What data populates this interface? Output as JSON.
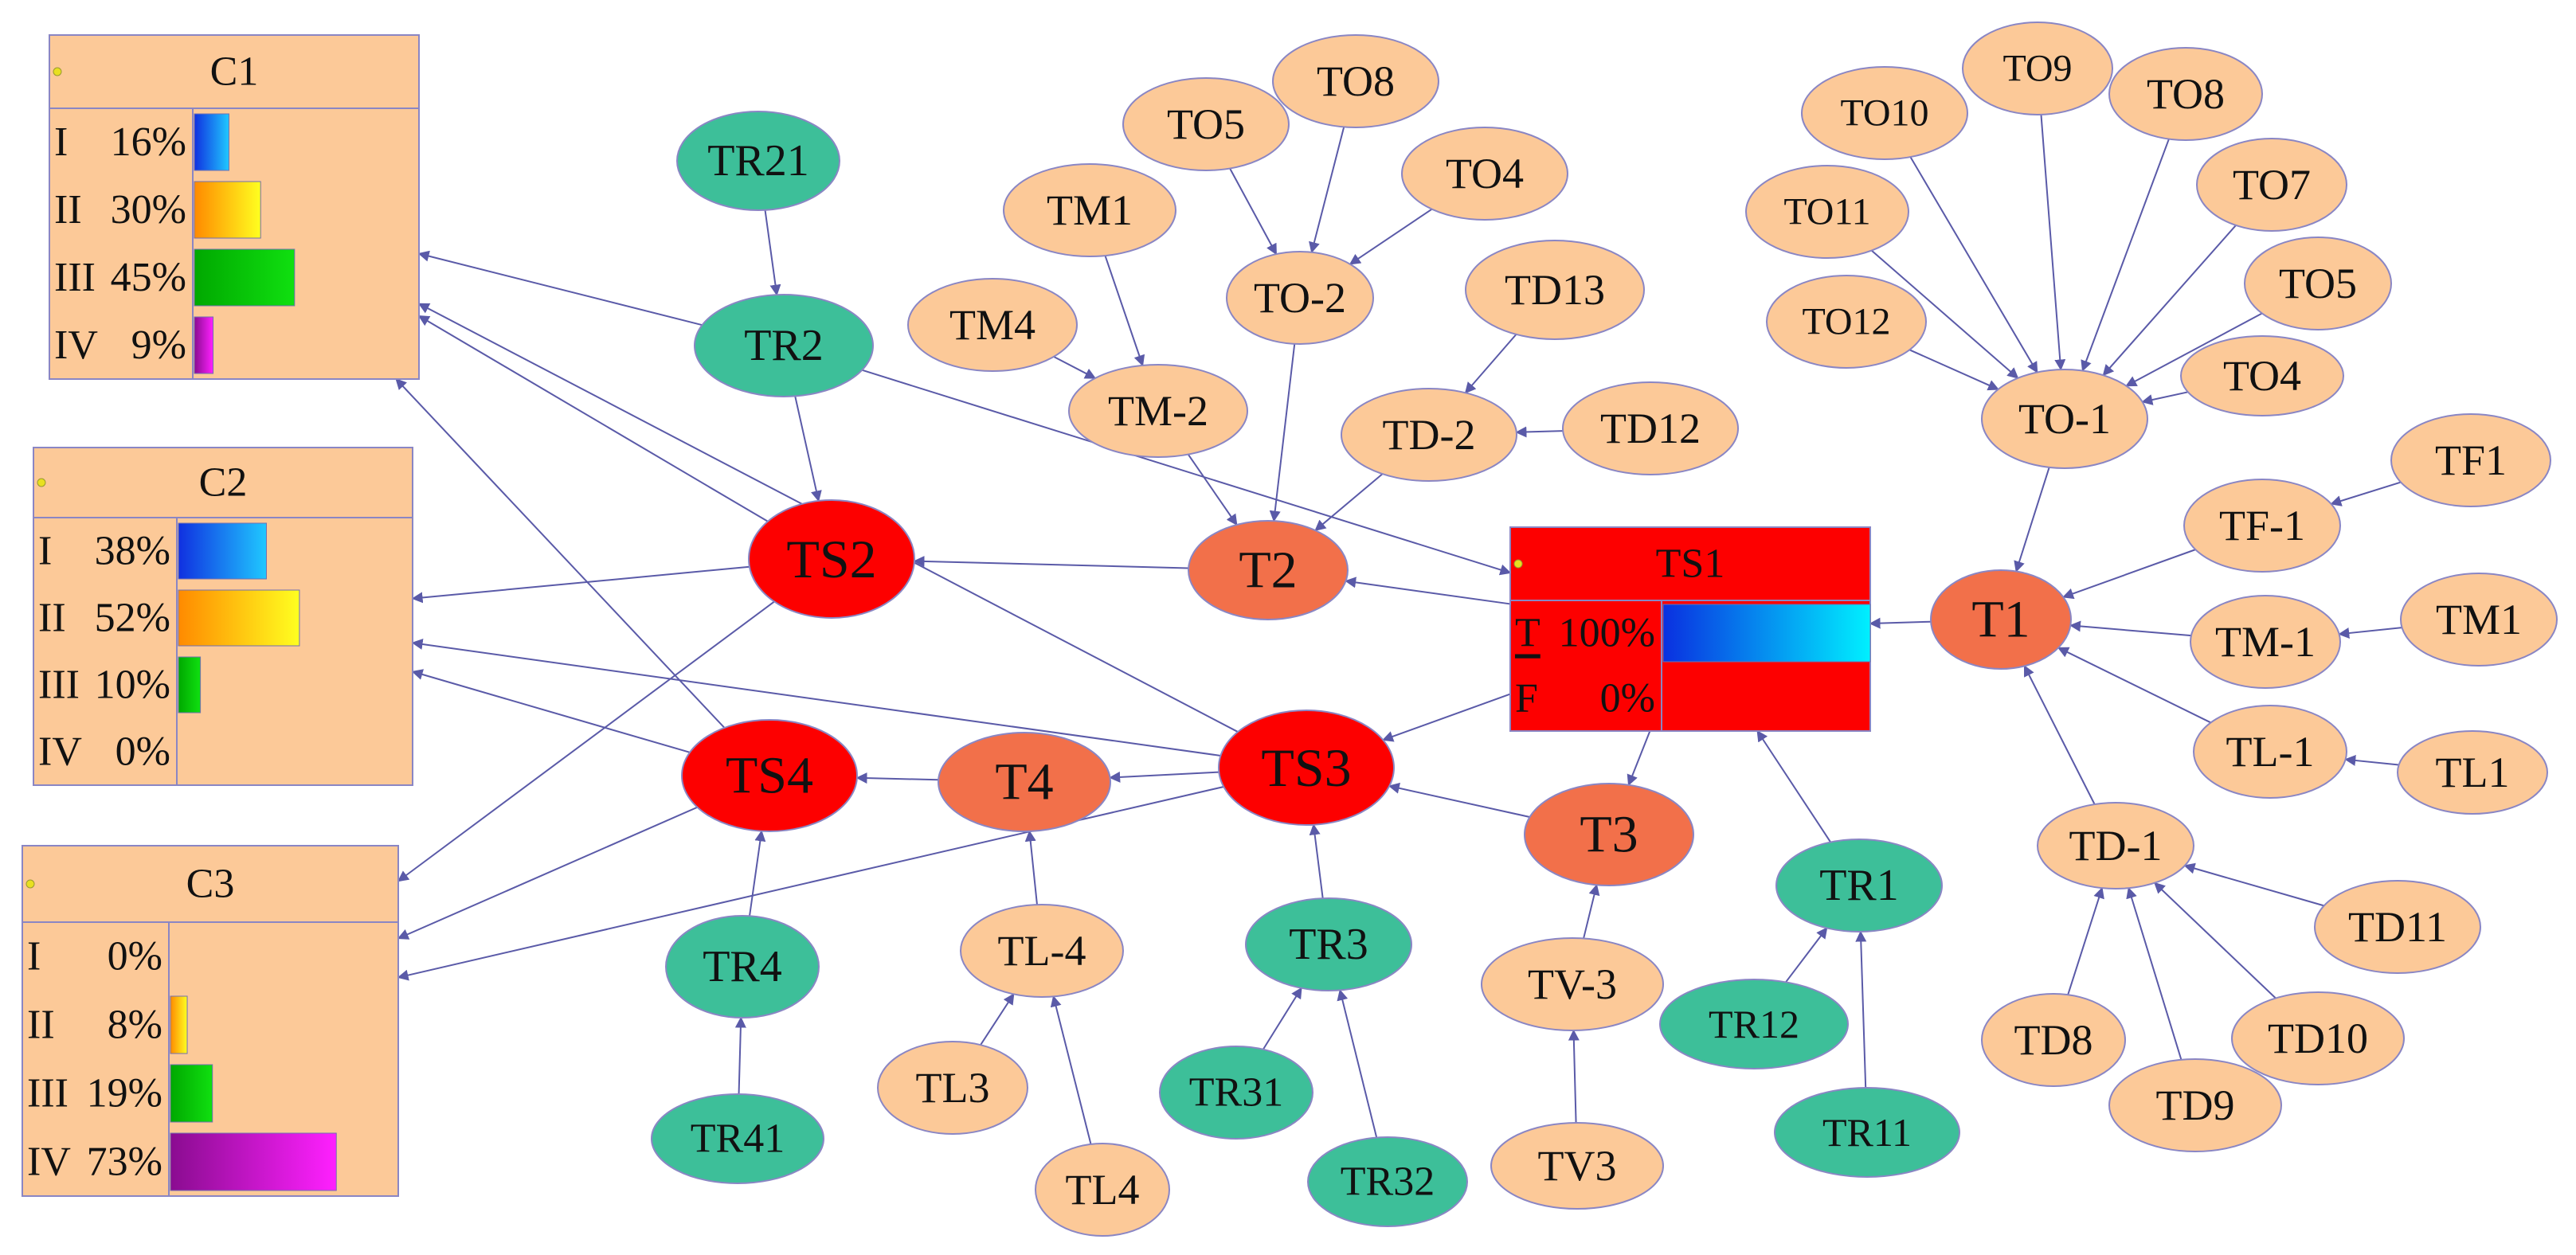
{
  "colors": {
    "orange_node": "#fcc998",
    "green_node": "#3dbf99",
    "dark_orange_node": "#f2704a",
    "red_node": "#fd0000",
    "node_border": "#8a86c4",
    "edge": "#5a5aa8",
    "box_fill": "#fcc998",
    "box_border": "#8a86c4",
    "bar_I": "#1565ff",
    "bar_II": "#ffb300",
    "bar_III": "#10c010",
    "bar_IV": "#c018d8",
    "ts1_bar_T": "#00e5ff"
  },
  "nodes": {
    "TR21": "TR21",
    "TR2": "TR2",
    "TS2": "TS2",
    "TS4": "TS4",
    "TR4": "TR4",
    "TR41": "TR41",
    "T4": "T4",
    "TL-4": "TL-4",
    "TL3": "TL3",
    "TL4": "TL4",
    "TS3": "TS3",
    "TR3": "TR3",
    "TR31": "TR31",
    "TR32": "TR32",
    "T3": "T3",
    "TV-3": "TV-3",
    "TV3": "TV3",
    "TR1": "TR1",
    "TR12": "TR12",
    "TR11": "TR11",
    "T2": "T2",
    "TM-2": "TM-2",
    "TM1a": "TM1",
    "TM4": "TM4",
    "TO-2": "TO-2",
    "TO5a": "TO5",
    "TO8a": "TO8",
    "TO4a": "TO4",
    "TD-2": "TD-2",
    "TD13": "TD13",
    "TD12": "TD12",
    "T1": "T1",
    "TO-1": "TO-1",
    "TO9": "TO9",
    "TO10": "TO10",
    "TO8b": "TO8",
    "TO11": "TO11",
    "TO7": "TO7",
    "TO12": "TO12",
    "TO5b": "TO5",
    "TO4b": "TO4",
    "TF1": "TF1",
    "TF-1": "TF-1",
    "TM-1": "TM-1",
    "TM1b": "TM1",
    "TL-1": "TL-1",
    "TL1": "TL1",
    "TD-1": "TD-1",
    "TD11": "TD11",
    "TD8": "TD8",
    "TD10": "TD10",
    "TD9": "TD9"
  },
  "boxes": {
    "C1": {
      "title": "C1",
      "rows": [
        {
          "label": "I",
          "pct": "16%",
          "value": 16
        },
        {
          "label": "II",
          "pct": "30%",
          "value": 30
        },
        {
          "label": "III",
          "pct": "45%",
          "value": 45
        },
        {
          "label": "IV",
          "pct": "9%",
          "value": 9
        }
      ]
    },
    "C2": {
      "title": "C2",
      "rows": [
        {
          "label": "I",
          "pct": "38%",
          "value": 38
        },
        {
          "label": "II",
          "pct": "52%",
          "value": 52
        },
        {
          "label": "III",
          "pct": "10%",
          "value": 10
        },
        {
          "label": "IV",
          "pct": "0%",
          "value": 0
        }
      ]
    },
    "C3": {
      "title": "C3",
      "rows": [
        {
          "label": "I",
          "pct": "0%",
          "value": 0
        },
        {
          "label": "II",
          "pct": "8%",
          "value": 8
        },
        {
          "label": "III",
          "pct": "19%",
          "value": 19
        },
        {
          "label": "IV",
          "pct": "73%",
          "value": 73
        }
      ]
    },
    "TS1": {
      "title": "TS1",
      "rows": [
        {
          "label": "T",
          "pct": "100%",
          "value": 100
        },
        {
          "label": "F",
          "pct": "0%",
          "value": 0
        }
      ]
    }
  }
}
